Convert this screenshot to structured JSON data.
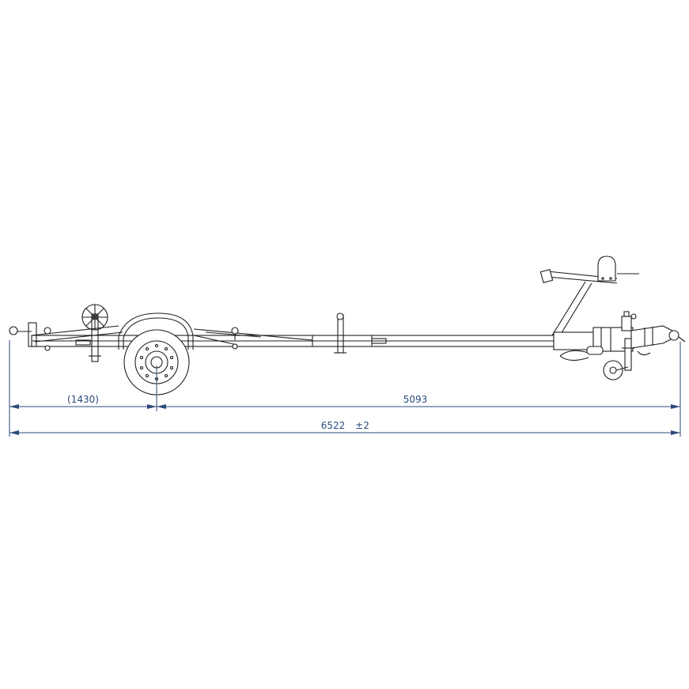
{
  "dimensions": {
    "rear_overhang": "(1430)",
    "axle_to_hitch": "5093",
    "overall_length": "6522",
    "tolerance": "±2"
  },
  "colors": {
    "line": "#1f1f1f",
    "dimension": "#2c4a7a",
    "background": "#ffffff"
  }
}
